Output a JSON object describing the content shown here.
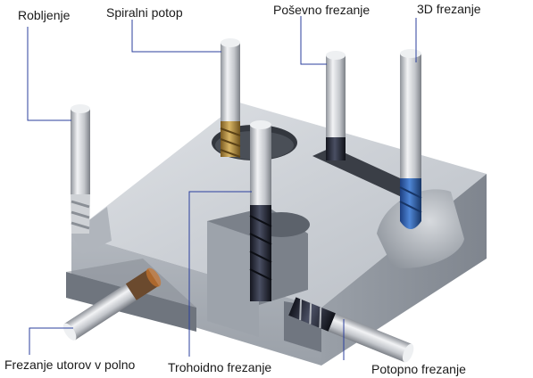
{
  "labels": {
    "roughing": "Robljenje",
    "helical_plunge": "Spiralni potop",
    "ramping": "Poševno frezanje",
    "milling_3d": "3D frezanje",
    "slotting": "Frezanje utorov v polno",
    "trochoidal": "Trohoidno frezanje",
    "plunging": "Potopno frezanje"
  },
  "colors": {
    "leader_line": "#2b3f9e",
    "block_top": "#c9cdd3",
    "block_front": "#a9aeb6",
    "block_side": "#8d939c",
    "tool_shank": "#d6d8dc",
    "tool_blue": "#2f5fae",
    "tool_gold": "#b08a3c",
    "tool_dark": "#2a2d3a"
  }
}
